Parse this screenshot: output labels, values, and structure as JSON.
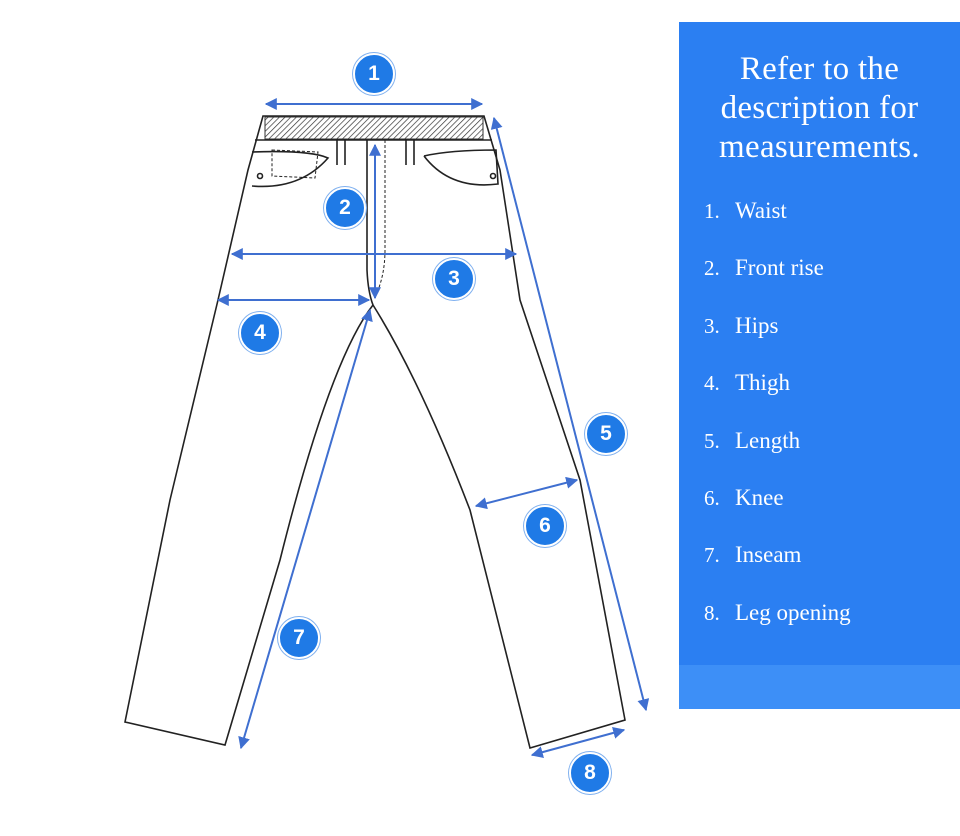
{
  "colors": {
    "accent": "#1f7ae6",
    "panel": "#2b7ff2",
    "outline": "#222222",
    "measure_line": "#3f6fd0"
  },
  "panel": {
    "title_lines": [
      "Refer to the",
      "description for",
      "measurements."
    ],
    "items": [
      {
        "number": "1.",
        "label": "Waist"
      },
      {
        "number": "2.",
        "label": "Front rise"
      },
      {
        "number": "3.",
        "label": "Hips"
      },
      {
        "number": "4.",
        "label": "Thigh"
      },
      {
        "number": "5.",
        "label": "Length"
      },
      {
        "number": "6.",
        "label": "Knee"
      },
      {
        "number": "7.",
        "label": "Inseam"
      },
      {
        "number": "8.",
        "label": "Leg opening"
      }
    ]
  },
  "markers": [
    "1",
    "2",
    "3",
    "4",
    "5",
    "6",
    "7",
    "8"
  ]
}
